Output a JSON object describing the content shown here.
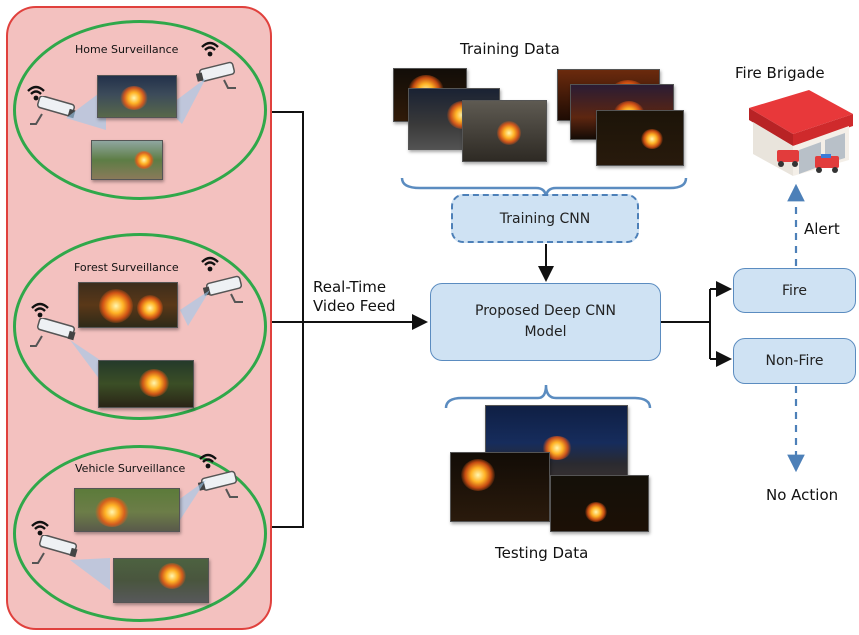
{
  "surveillance": {
    "home_label": "Home Surveillance",
    "forest_label": "Forest Surveillance",
    "vehicle_label": "Vehicle Surveillance"
  },
  "feed_label_line1": "Real-Time",
  "feed_label_line2": "Video Feed",
  "training_data_label": "Training Data",
  "testing_data_label": "Testing Data",
  "training_cnn_label": "Training CNN",
  "model_label_line1": "Proposed Deep CNN",
  "model_label_line2": "Model",
  "fire_label": "Fire",
  "nonfire_label": "Non-Fire",
  "alert_label": "Alert",
  "fire_brigade_label": "Fire Brigade",
  "no_action_label": "No Action",
  "colors": {
    "panel_fill": "#f3c1bf",
    "panel_border": "#e0413d",
    "ellipse_border": "#2fa84a",
    "box_fill": "#cfe2f3",
    "box_border": "#5b8cc0",
    "dashed_arrow": "#4d80b8"
  }
}
